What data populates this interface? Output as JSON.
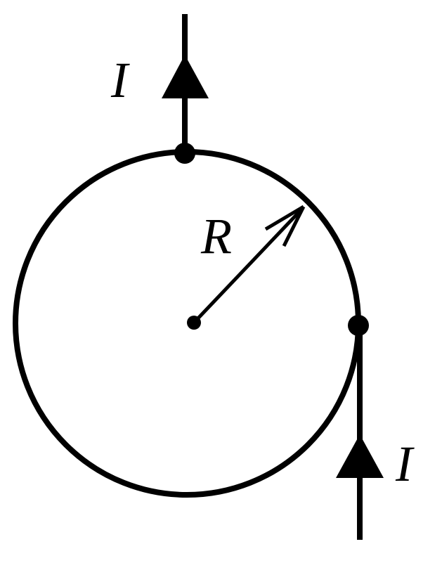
{
  "labels": {
    "current_top": "I",
    "current_bottom": "I",
    "radius": "R"
  },
  "colors": {
    "stroke": "#000000",
    "background": "#ffffff"
  }
}
